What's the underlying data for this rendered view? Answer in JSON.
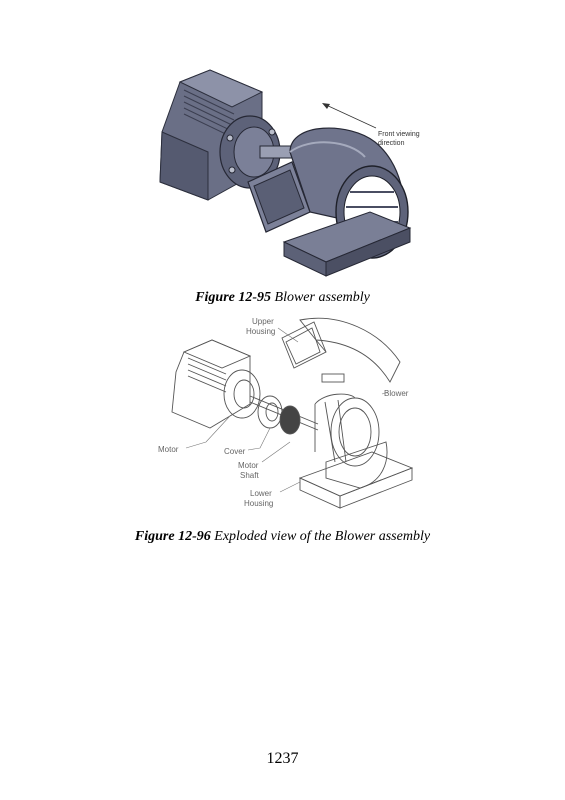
{
  "figure1": {
    "caption_number": "Figure 12-95",
    "caption_text": " Blower assembly",
    "annotation_line1": "Front viewing",
    "annotation_line2": "direction"
  },
  "figure2": {
    "caption_number": "Figure 12-96",
    "caption_text": " Exploded view of the Blower assembly",
    "labels": {
      "upper_housing_1": "Upper",
      "upper_housing_2": "Housing",
      "blower": "Blower",
      "motor": "Motor",
      "cover": "Cover",
      "motor_shaft_1": "Motor",
      "motor_shaft_2": "Shaft",
      "lower_housing_1": "Lower",
      "lower_housing_2": "Housing"
    }
  },
  "page_number": "1237"
}
